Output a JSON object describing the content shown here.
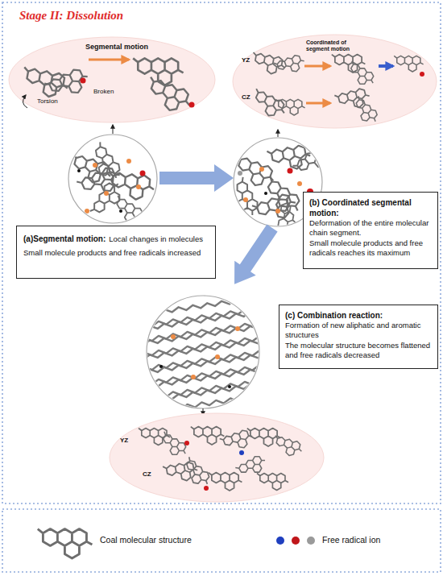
{
  "diagram": {
    "title": "Stage II: Dissolution",
    "nodes": [
      {
        "text": [
          "Segmental motion",
          "Torsion",
          "Broken"
        ]
      },
      {
        "text": [
          "Coordinated of segment motion",
          "YZ",
          "CZ"
        ]
      },
      {
        "text": [
          "(a)Segmental motion:",
          "Local changes in molecules",
          "Small molecule products and free radicals increased"
        ]
      },
      {
        "text": [
          "(b) Coordinated segmental motion:",
          "Deformation of the entire molecular chain segment.",
          "Small molecule products and free radicals reaches its maximum"
        ]
      },
      {
        "text": [
          "(c) Combination reaction:",
          "Formation of new aliphatic and aromatic structures",
          "The molecular structure becomes flattened and free radicals decreased"
        ]
      },
      {
        "text": [
          "YZ",
          "CZ"
        ]
      }
    ],
    "legend": [
      {
        "text": "Coal molecular structure"
      },
      {
        "text": "Free radical ion"
      }
    ]
  }
}
